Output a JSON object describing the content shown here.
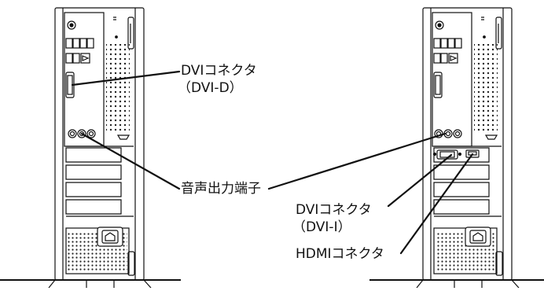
{
  "labels": {
    "dvi_d_line1": "DVIコネクタ",
    "dvi_d_line2": "（DVI-D）",
    "audio": "音声出力端子",
    "dvi_i_line1": "DVIコネクタ",
    "dvi_i_line2": "（DVI-I）",
    "hdmi": "HDMIコネクタ"
  }
}
